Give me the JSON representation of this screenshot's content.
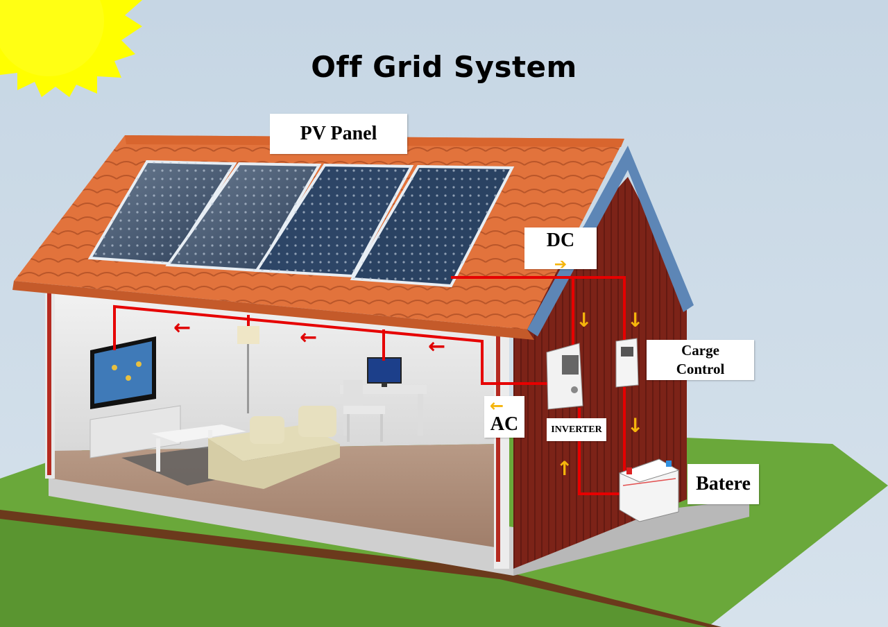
{
  "title": "Off Grid System",
  "labels": {
    "pv_panel": "PV Panel",
    "dc": "DC",
    "ac": "AC",
    "charge_control_line1": "Carge",
    "charge_control_line2": "Control",
    "inverter": "INVERTER",
    "battery": "Batere"
  },
  "colors": {
    "sky": "#c9d9e6",
    "roof_tile": "#e0703a",
    "wall_exterior": "#7a2218",
    "grass": "#6aa83a",
    "wire": "#e60000",
    "flow_arrow": "#f5b50c",
    "sun": "#ffff00"
  },
  "icons": {
    "dc_arrow": "arrow-right",
    "ac_arrow": "arrow-left",
    "down_arrow": "arrow-down",
    "up_arrow": "arrow-up",
    "wire_arrow": "arrow-left"
  }
}
